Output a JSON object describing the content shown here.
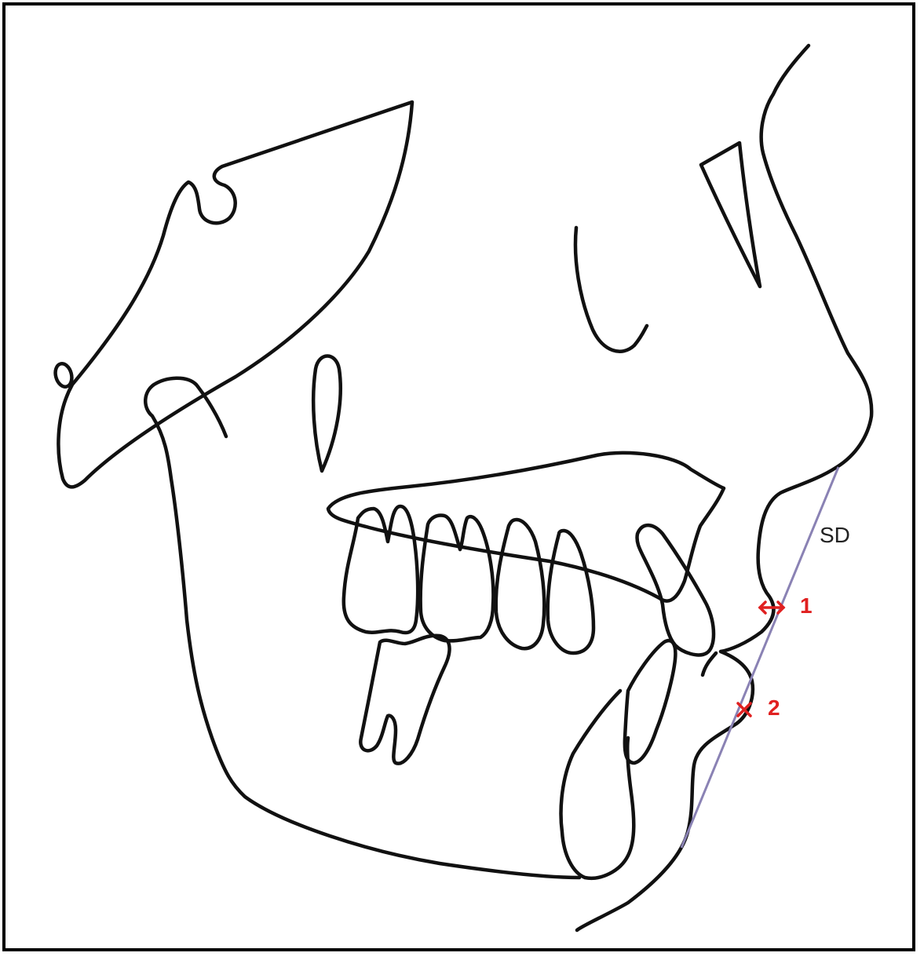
{
  "figure": {
    "line_label": "SD",
    "point_labels": [
      {
        "id": "1",
        "text": "1"
      },
      {
        "id": "2",
        "text": "2"
      }
    ],
    "colors": {
      "outline": "#111111",
      "reference_line": "#8a82b4",
      "markers": "#e02020",
      "frame": "#000000"
    }
  }
}
